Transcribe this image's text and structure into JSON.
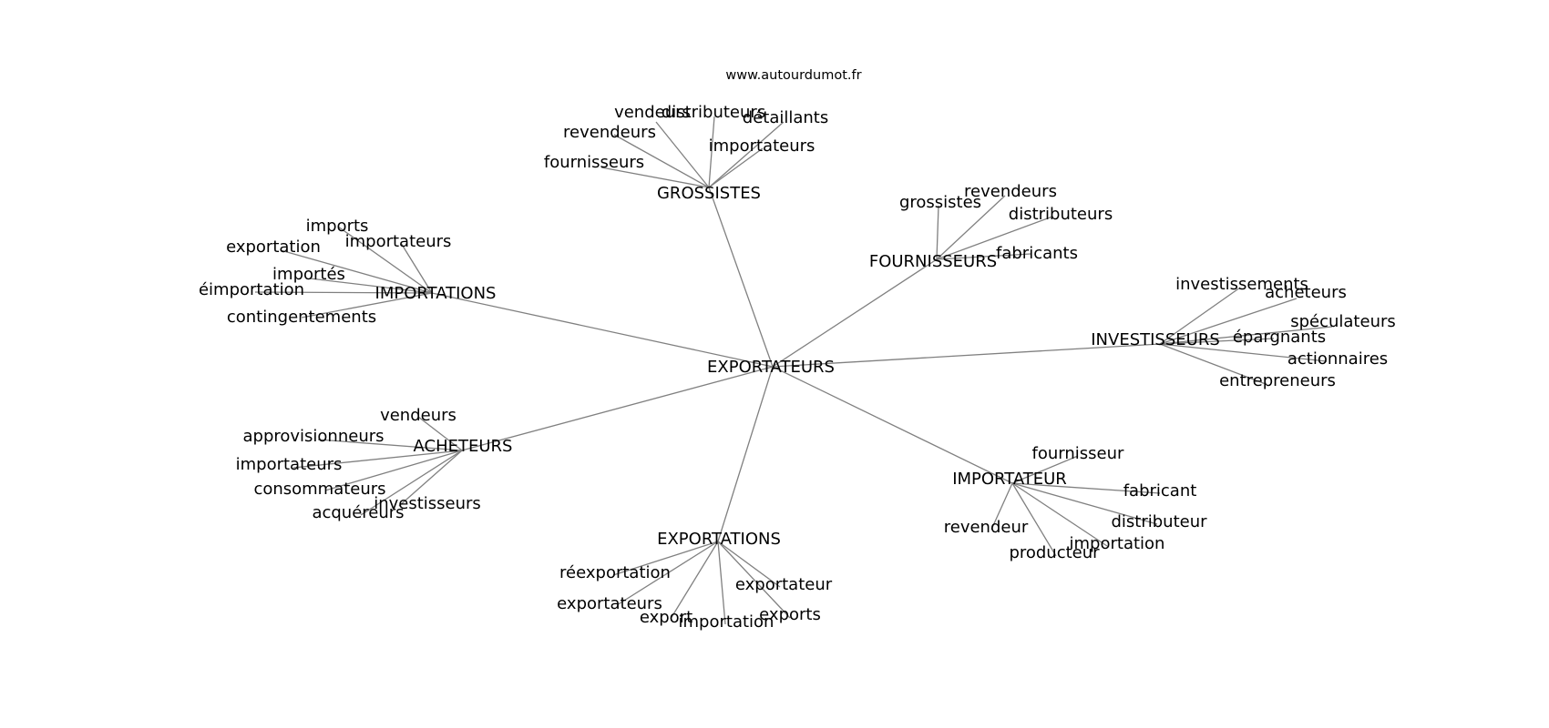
{
  "site": "www.autourdumot.fr",
  "center": "EXPORTATEURS",
  "clusters": [
    {
      "label": "GROSSISTES",
      "leaves": [
        "vendeurs",
        "distributeurs",
        "détaillants",
        "revendeurs",
        "importateurs",
        "fournisseurs"
      ]
    },
    {
      "label": "FOURNISSEURS",
      "leaves": [
        "grossistes",
        "revendeurs",
        "distributeurs",
        "fabricants"
      ]
    },
    {
      "label": "IMPORTATIONS",
      "leaves": [
        "imports",
        "exportation",
        "importateurs",
        "importés",
        "éimportation",
        "contingentements"
      ]
    },
    {
      "label": "INVESTISSEURS",
      "leaves": [
        "investissements",
        "acheteurs",
        "spéculateurs",
        "épargnants",
        "actionnaires",
        "entrepreneurs"
      ]
    },
    {
      "label": "ACHETEURS",
      "leaves": [
        "vendeurs",
        "approvisionneurs",
        "importateurs",
        "consommateurs",
        "investisseurs",
        "acquéreurs"
      ]
    },
    {
      "label": "IMPORTATEUR",
      "leaves": [
        "fournisseur",
        "fabricant",
        "distributeur",
        "revendeur",
        "importation",
        "producteur"
      ]
    },
    {
      "label": "EXPORTATIONS",
      "leaves": [
        "réexportation",
        "exportateur",
        "exportateurs",
        "exports",
        "export",
        "importation"
      ]
    }
  ]
}
